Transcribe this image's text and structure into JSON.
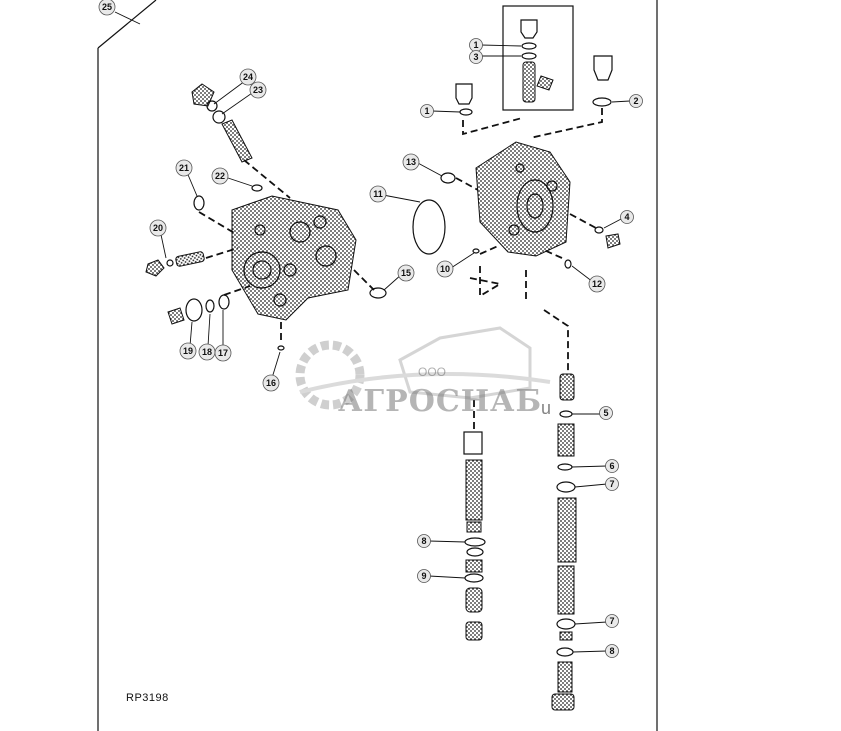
{
  "figure": {
    "reference_code": "RP3198",
    "watermark": {
      "prefix": "ООО",
      "company": "АГРОСНАБ",
      "suffix": "u"
    },
    "callouts": [
      {
        "id": "c25",
        "label": "25"
      },
      {
        "id": "c1a",
        "label": "1"
      },
      {
        "id": "c3",
        "label": "3"
      },
      {
        "id": "c24",
        "label": "24"
      },
      {
        "id": "c23",
        "label": "23"
      },
      {
        "id": "c1b",
        "label": "1"
      },
      {
        "id": "c2",
        "label": "2"
      },
      {
        "id": "c13",
        "label": "13"
      },
      {
        "id": "c21",
        "label": "21"
      },
      {
        "id": "c22",
        "label": "22"
      },
      {
        "id": "c11",
        "label": "11"
      },
      {
        "id": "c4",
        "label": "4"
      },
      {
        "id": "c20",
        "label": "20"
      },
      {
        "id": "c10",
        "label": "10"
      },
      {
        "id": "c15",
        "label": "15"
      },
      {
        "id": "c12",
        "label": "12"
      },
      {
        "id": "c19",
        "label": "19"
      },
      {
        "id": "c18",
        "label": "18"
      },
      {
        "id": "c17",
        "label": "17"
      },
      {
        "id": "c16",
        "label": "16"
      },
      {
        "id": "c5",
        "label": "5"
      },
      {
        "id": "c6",
        "label": "6"
      },
      {
        "id": "c7a",
        "label": "7"
      },
      {
        "id": "c8a",
        "label": "8"
      },
      {
        "id": "c9",
        "label": "9"
      },
      {
        "id": "c7b",
        "label": "7"
      },
      {
        "id": "c8b",
        "label": "8"
      }
    ]
  }
}
